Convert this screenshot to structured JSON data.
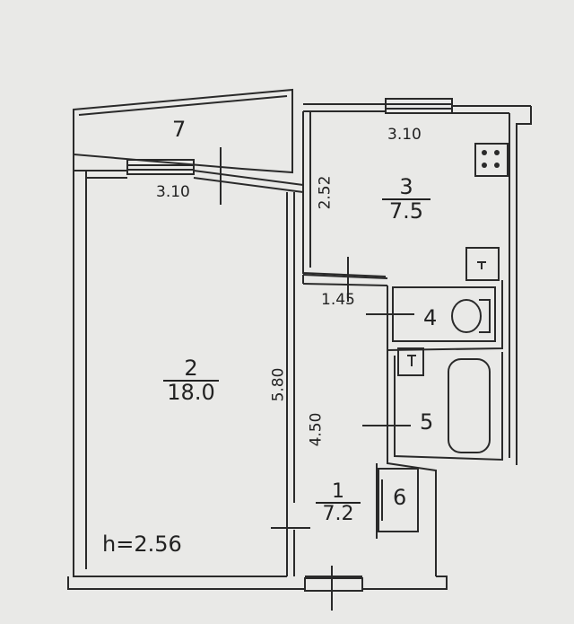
{
  "rooms": {
    "room1": {
      "number": "1",
      "area": "7.2"
    },
    "room2": {
      "number": "2",
      "area": "18.0"
    },
    "room3": {
      "number": "3",
      "area": "7.5"
    },
    "room4": {
      "number": "4"
    },
    "room5": {
      "number": "5"
    },
    "room6": {
      "number": "6"
    },
    "room7": {
      "number": "7"
    }
  },
  "dimensions": {
    "balcony_window": "3.10",
    "kitchen_window": "3.10",
    "kitchen_depth": "2.52",
    "living_depth": "5.80",
    "hall_width": "1.45",
    "hall_depth": "4.50"
  },
  "ceiling_height": "h=2.56"
}
